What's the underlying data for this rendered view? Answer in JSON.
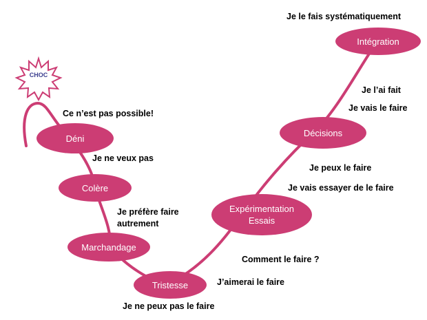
{
  "colors": {
    "accent": "#cc3d74",
    "curve": "#cc3d74",
    "choc_fill": "#ffffff",
    "choc_outline": "#cc3d74",
    "choc_text": "#3b3e8f",
    "note_text": "#000000"
  },
  "choc": {
    "label": "CHOC"
  },
  "stages": [
    {
      "key": "deni",
      "label": "Déni"
    },
    {
      "key": "colere",
      "label": "Colère"
    },
    {
      "key": "marchandage",
      "label": "Marchandage"
    },
    {
      "key": "tristesse",
      "label": "Tristesse"
    },
    {
      "key": "experimentation",
      "label_line1": "Expérimentation",
      "label_line2": "Essais"
    },
    {
      "key": "decisions",
      "label": "Décisions"
    },
    {
      "key": "integration",
      "label": "Intégration"
    }
  ],
  "notes": {
    "pas_possible": "Ce n’est pas possible!",
    "veux_pas": "Je ne veux pas",
    "prefere_line1": "Je préfère faire",
    "prefere_line2": "autrement",
    "peux_pas": "Je ne peux pas le faire",
    "aimerai": "J’aimerai le faire",
    "comment": "Comment le faire ?",
    "vais_essayer": "Je vais essayer de le faire",
    "peux": "Je peux le faire",
    "vais_faire": "Je vais le faire",
    "ai_fait": "Je l’ai fait",
    "systematique": "Je le fais systématiquement"
  }
}
